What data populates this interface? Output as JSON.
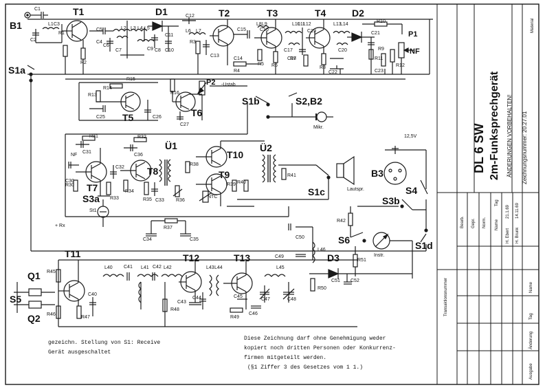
{
  "title_block": {
    "model": "DL 6 SW",
    "device": "2m-Funksprechgerät",
    "changes_note": "ÄNDERUNGEN VORBEHALTEN!",
    "drawing_number": "Zeichnungsnummer: 20.27.01",
    "material_label": "Material",
    "table_headers": {
      "tag": "Tag",
      "name": "Name"
    },
    "row_labels": [
      "Bearb.",
      "Gepr.",
      "Norm."
    ],
    "dates": [
      "21.1.69",
      "14.11.69"
    ],
    "signatures": [
      "H. Ebert",
      "H. Brunk"
    ],
    "transfer_label": "Transaktionsnummer",
    "change_columns": [
      "Ausgabe",
      "Änderung",
      "Tag",
      "Name"
    ]
  },
  "notes": {
    "position_line1": "gezeichn. Stellung von S1: Receive",
    "position_line2": "Gerät ausgeschaltet",
    "legal_line1": "Diese Zeichnung darf ohne Genehmigung weder",
    "legal_line2": "kopiert noch dritten Personen oder Konkurrenz-",
    "legal_line3": "firmen mitgeteilt werden.",
    "legal_line4": "(§1 Ziffer 3 des Gesetzes vom 1    1.)"
  },
  "labels": {
    "B1": "B1",
    "T1": "T1",
    "D1": "D1",
    "T2": "T2",
    "T3": "T3",
    "T4": "T4",
    "D2": "D2",
    "P1": "P1",
    "NF": "NF",
    "S1a": "S1a",
    "S1b": "S1b",
    "S2B2": "S2,B2",
    "Mikr": "Mikr.",
    "T5": "T5",
    "T6": "T6",
    "P2": "P2",
    "Ustab": "-Ustab",
    "U1": "Ü1",
    "U2": "Ü2",
    "T7": "T7",
    "T8": "T8",
    "T9": "T9",
    "T10": "T10",
    "S3a": "S3a",
    "S1c": "S1c",
    "Lautspr": "Lautspr.",
    "B3": "B3",
    "S4": "S4",
    "V12": "12,5V",
    "S3b": "S3b",
    "S6": "S6",
    "S1d": "S1d",
    "Instr": "Instr.",
    "D3": "D3",
    "T11": "T11",
    "T12": "T12",
    "T13": "T13",
    "Q1": "Q1",
    "Q2": "Q2",
    "S5": "S5",
    "NTC": "NTC",
    "Rx": "+ Rx",
    "NF2": "NF",
    "St1": "St1"
  },
  "components": {
    "top": [
      "C1",
      "C2",
      "L1",
      "C3",
      "R1",
      "R2",
      "C4",
      "C5",
      "C6",
      "L2",
      "C7",
      "C8",
      "L3",
      "L4",
      "L5",
      "C9",
      "C10",
      "C11",
      "C12",
      "L6",
      "L7",
      "R3",
      "C13",
      "C14",
      "C15",
      "L8",
      "L9",
      "C16",
      "R4",
      "R5",
      "R6",
      "C17",
      "C18",
      "L10",
      "L11",
      "L12",
      "C19",
      "R7",
      "R8",
      "C20",
      "L13",
      "L14",
      "C21",
      "R9",
      "R10",
      "R11",
      "R12",
      "C22",
      "C23"
    ],
    "mid": [
      "R13",
      "R14",
      "R15",
      "C25",
      "C26",
      "R16",
      "C27"
    ],
    "audio": [
      "R31",
      "C31",
      "C32",
      "C30",
      "R30",
      "R33",
      "R32",
      "C36",
      "R34",
      "R35",
      "C33",
      "R36",
      "R37",
      "C34",
      "C35",
      "R38",
      "R39",
      "R40",
      "R41"
    ],
    "bottom": [
      "R45",
      "R46",
      "C40",
      "R47",
      "L40",
      "C41",
      "L41",
      "C42",
      "L42",
      "R48",
      "C43",
      "L43",
      "L44",
      "C44",
      "C45",
      "R49",
      "C46",
      "C47",
      "C48",
      "C49",
      "L45",
      "L46",
      "C50",
      "C51",
      "C52",
      "R50",
      "R51",
      "R42"
    ]
  }
}
